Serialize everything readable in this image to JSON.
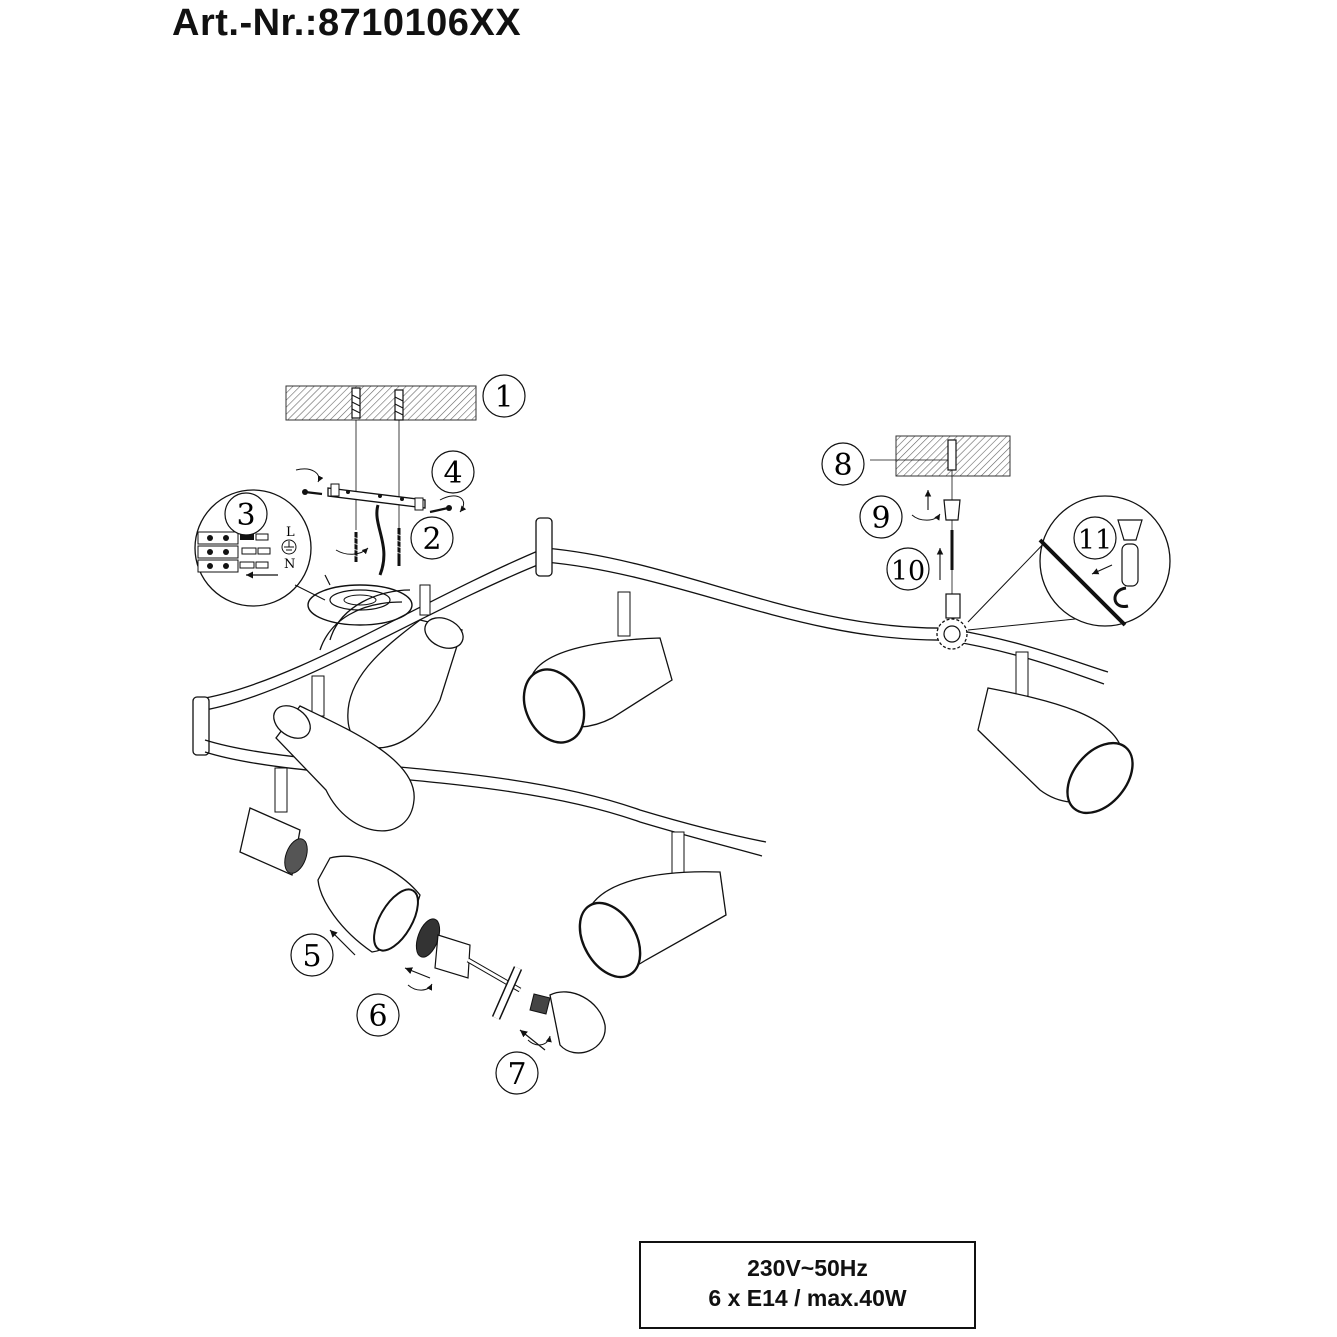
{
  "header": {
    "article_number": "Art.-Nr.:8710106XX"
  },
  "callouts": [
    "1",
    "2",
    "3",
    "4",
    "5",
    "6",
    "7",
    "8",
    "9",
    "10",
    "11"
  ],
  "wiring_labels": {
    "live": "L",
    "neutral": "N"
  },
  "spec": {
    "voltage": "230V~50Hz",
    "bulbs": "6 x E14 / max.40W"
  }
}
